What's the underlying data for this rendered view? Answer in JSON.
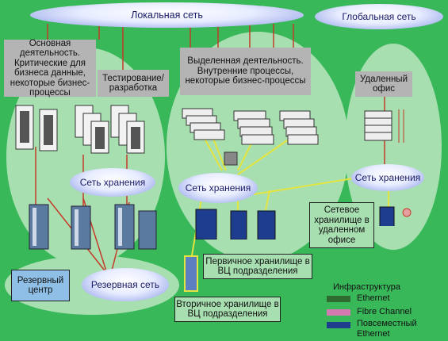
{
  "clouds": {
    "lan": "Локальная сеть",
    "wan": "Глобальная сеть",
    "storage_left": "Сеть хранения",
    "storage_center": "Сеть хранения",
    "storage_right": "Сеть хранения",
    "backup": "Резервная сеть"
  },
  "labels": {
    "core_business": "Основная деятельность. Критические для бизнеса данные, некоторые бизнес-процессы",
    "testing": "Тестирование/ разработка",
    "dedicated": "Выделенная деятельность. Внутренние процессы, некоторые бизнес-процессы",
    "remote_office": "Удаленный офис",
    "backup_center": "Резервный центр",
    "primary_storage": "Первичное хранилище в ВЦ подразделения",
    "secondary_storage": "Вторичное хранилище в ВЦ подразделения",
    "nas_remote": "Сетевое хранилище в удаленном офисе"
  },
  "legend": {
    "title": "Инфраструктура",
    "items": [
      {
        "label": "Ethernet",
        "color": "#2e6b2e"
      },
      {
        "label": "Fibre Channel",
        "color": "#d47ab0"
      },
      {
        "label": "Повсеместный Ethernet",
        "color": "#1f3d8f"
      }
    ]
  },
  "colors": {
    "ethernet": "#c43a2a",
    "fibre": "#e4e440",
    "zone": "#a8dfb0"
  }
}
